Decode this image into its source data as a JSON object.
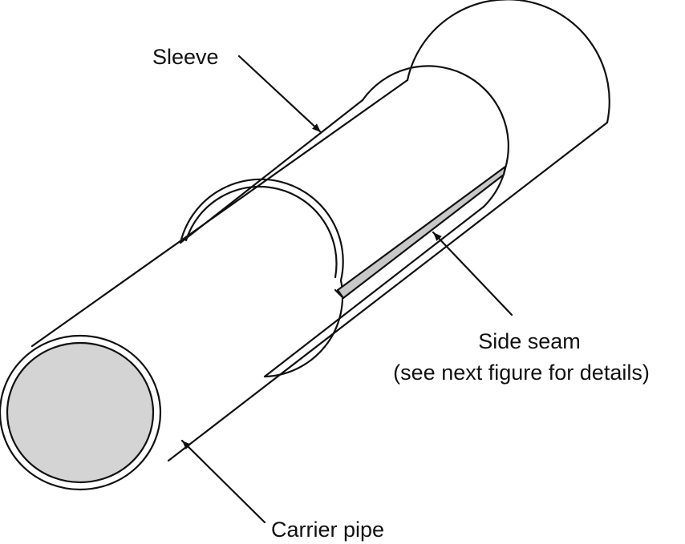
{
  "labels": {
    "sleeve": "Sleeve",
    "side_seam": "Side seam",
    "side_seam_note": "(see next figure for details)",
    "carrier_pipe": "Carrier pipe"
  },
  "colors": {
    "outline": "#111111",
    "pipe_end_fill": "#d4d4d4",
    "seam_fill": "#c8c8c8",
    "background": "#ffffff"
  }
}
